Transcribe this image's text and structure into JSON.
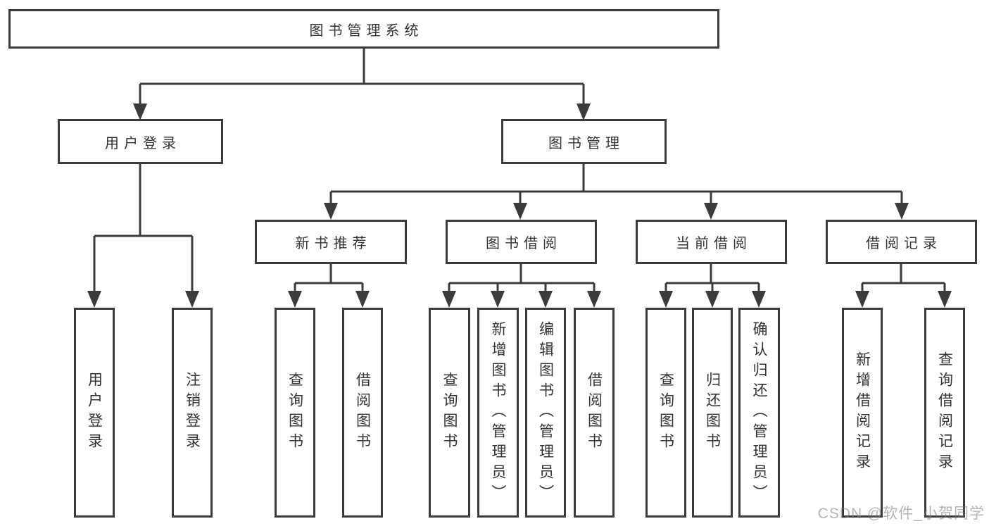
{
  "colors": {
    "line": "#3b3b3b",
    "text": "#333333",
    "background": "#ffffff",
    "watermark": "#a9a9a9"
  },
  "watermark": {
    "text": "CSDN @软件_小贺同学"
  },
  "diagram": {
    "type": "hierarchy-tree",
    "root": {
      "label": "图书管理系统",
      "children": [
        {
          "label": "用户登录",
          "children": [
            {
              "label": "用户登录"
            },
            {
              "label": "注销登录"
            }
          ]
        },
        {
          "label": "图书管理",
          "children": [
            {
              "label": "新书推荐",
              "children": [
                {
                  "label": "查询图书"
                },
                {
                  "label": "借阅图书"
                }
              ]
            },
            {
              "label": "图书借阅",
              "children": [
                {
                  "label": "查询图书"
                },
                {
                  "label": "新增图书（管理员）"
                },
                {
                  "label": "编辑图书（管理员）"
                },
                {
                  "label": "借阅图书"
                }
              ]
            },
            {
              "label": "当前借阅",
              "children": [
                {
                  "label": "查询图书"
                },
                {
                  "label": "归还图书"
                },
                {
                  "label": "确认归还（管理员）"
                }
              ]
            },
            {
              "label": "借阅记录",
              "children": [
                {
                  "label": "新增借阅记录"
                },
                {
                  "label": "查询借阅记录"
                }
              ]
            }
          ]
        }
      ]
    }
  }
}
